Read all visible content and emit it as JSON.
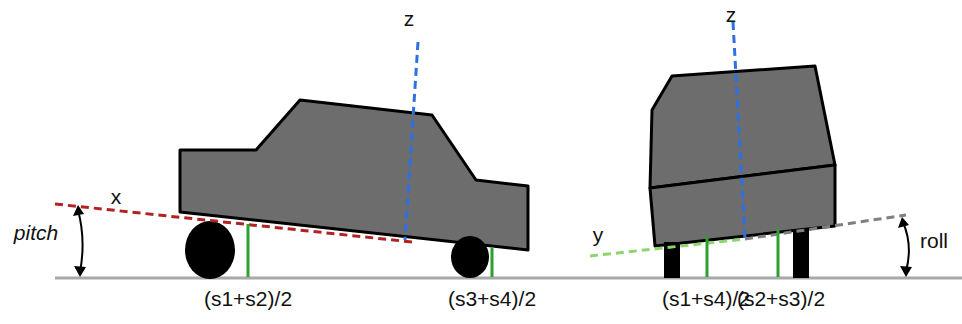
{
  "diagram": {
    "labels": [
      "z",
      "x",
      "pitch",
      "(s1+s2)/2",
      "(s3+s4)/2",
      "z",
      "y",
      "roll",
      "(s1+s4)/2",
      "(s2+s3)/2"
    ]
  }
}
